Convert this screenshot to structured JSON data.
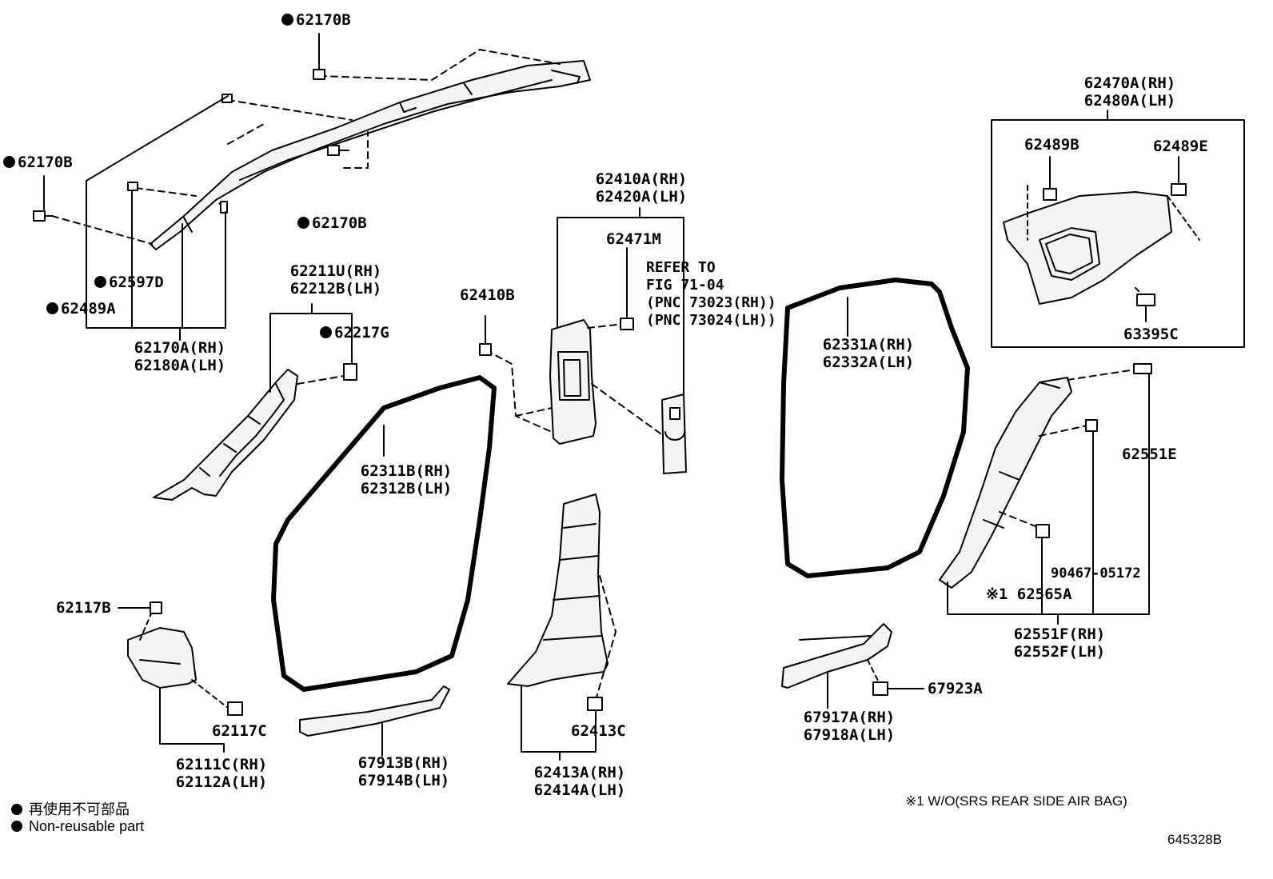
{
  "labels": {
    "p62170b_top": "62170B",
    "p62170b_left": "62170B",
    "p62170b_mid": "62170B",
    "p62597d": "62597D",
    "p62489a": "62489A",
    "p62170a": [
      "62170A(RH)",
      "62180A(LH)"
    ],
    "p62211u": [
      "62211U(RH)",
      "62212B(LH)"
    ],
    "p62217g": "62217G",
    "p62410b": "62410B",
    "p62410a": [
      "62410A(RH)",
      "62420A(LH)"
    ],
    "p62471m": "62471M",
    "refer": [
      "REFER TO",
      "FIG 71-04",
      "(PNC 73023(RH))",
      "(PNC 73024(LH))"
    ],
    "p62311b": [
      "62311B(RH)",
      "62312B(LH)"
    ],
    "p62331a": [
      "62331A(RH)",
      "62332A(LH)"
    ],
    "p62470a": [
      "62470A(RH)",
      "62480A(LH)"
    ],
    "p62489b": "62489B",
    "p62489e": "62489E",
    "p63395c": "63395C",
    "p62551e": "62551E",
    "p90467": "90467-05172",
    "p62565a": "※1 62565A",
    "p62551f": [
      "62551F(RH)",
      "62552F(LH)"
    ],
    "p62117b": "62117B",
    "p62117c": "62117C",
    "p62111c": [
      "62111C(RH)",
      "62112A(LH)"
    ],
    "p67913b": [
      "67913B(RH)",
      "67914B(LH)"
    ],
    "p62413c": "62413C",
    "p62413a": [
      "62413A(RH)",
      "62414A(LH)"
    ],
    "p67917a": [
      "67917A(RH)",
      "67918A(LH)"
    ],
    "p67923a": "67923A"
  },
  "legend": {
    "jp": "再使用不可部品",
    "en": "Non-reusable part"
  },
  "note": "※1 W/O(SRS REAR SIDE AIR BAG)",
  "figure_code": "645328B"
}
